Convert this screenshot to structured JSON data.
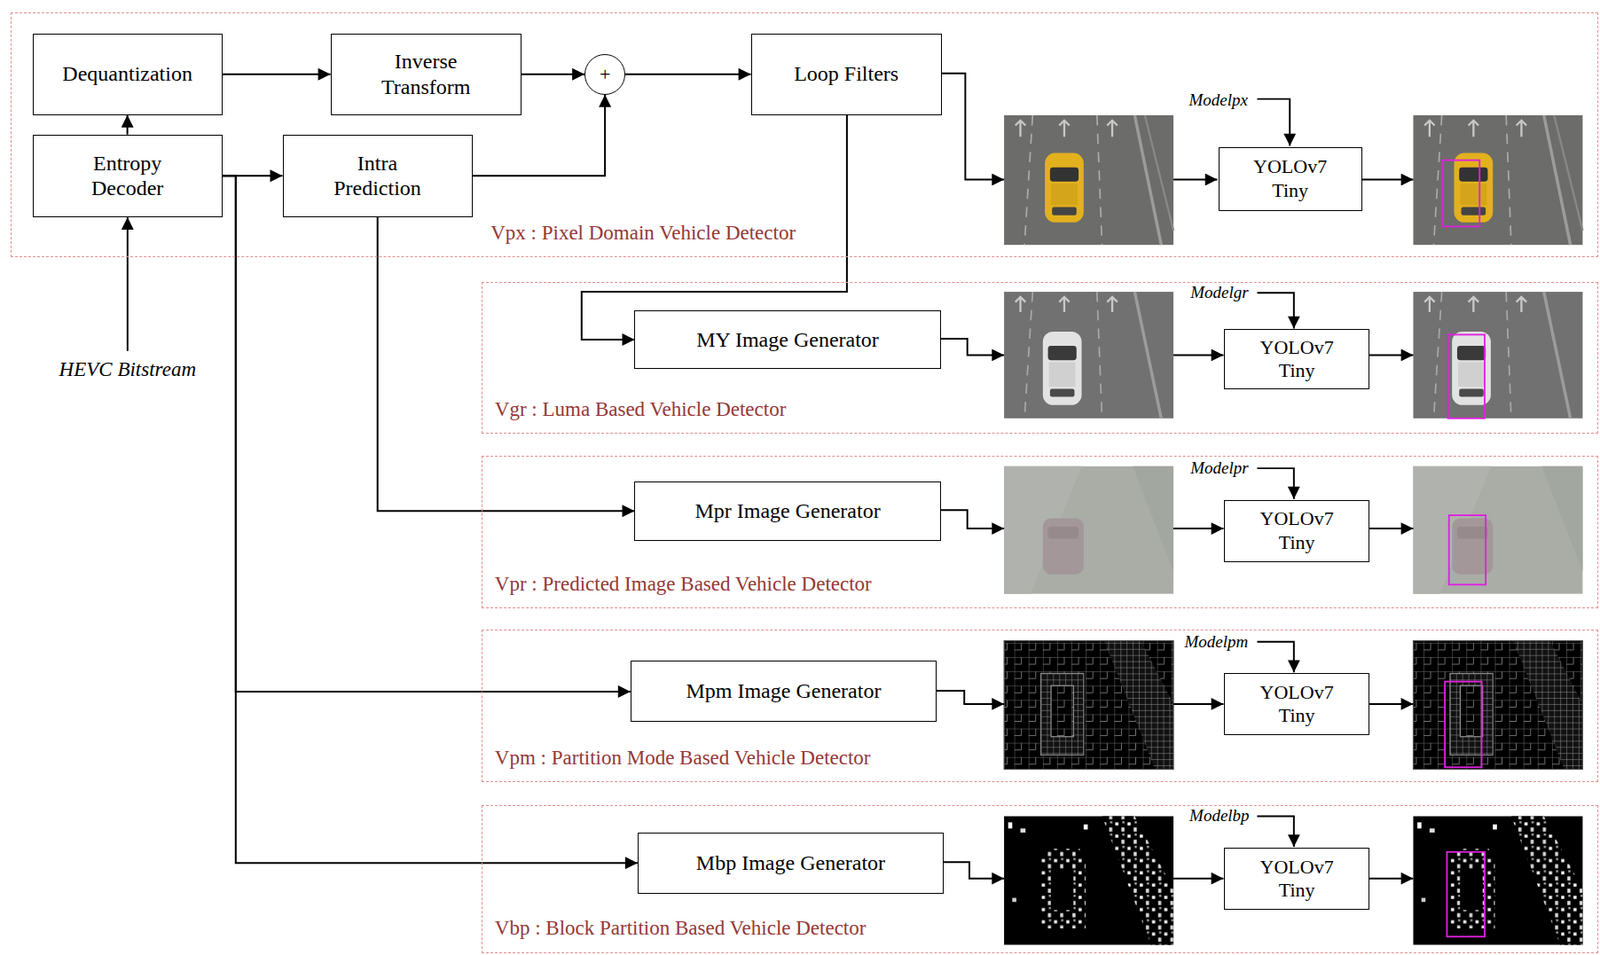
{
  "diagram": {
    "nodes": [
      {
        "text": [
          "Vpx : Pixel Domain Vehicle Detector"
        ]
      },
      {
        "text": [
          "Dequantization"
        ],
        "in": 0
      },
      {
        "text": [
          "Inverse Transform"
        ],
        "in": 0
      },
      {
        "text": [
          "+"
        ],
        "in": 0
      },
      {
        "text": [
          "Loop Filters"
        ],
        "in": 0
      },
      {
        "text": [
          "Entropy Decoder"
        ],
        "in": 0
      },
      {
        "text": [
          "Intra Prediction"
        ],
        "in": 0
      },
      {
        "text": [
          "YOLOv7 Tiny"
        ],
        "in": 0
      },
      {
        "text": [
          "Vgr : Luma Based Vehicle Detector"
        ]
      },
      {
        "text": [
          "MY Image Generator"
        ],
        "in": 8
      },
      {
        "text": [
          "YOLOv7 Tiny"
        ],
        "in": 8
      },
      {
        "text": [
          "Vpr : Predicted Image Based Vehicle Detector"
        ]
      },
      {
        "text": [
          "Mpr Image Generator"
        ],
        "in": 11
      },
      {
        "text": [
          "YOLOv7 Tiny"
        ],
        "in": 11
      },
      {
        "text": [
          "Vpm : Partition Mode Based Vehicle Detector"
        ]
      },
      {
        "text": [
          "Mpm Image Generator"
        ],
        "in": 14
      },
      {
        "text": [
          "YOLOv7 Tiny"
        ],
        "in": 14
      },
      {
        "text": [
          "Vbp : Block Partition Based Vehicle Detector"
        ]
      },
      {
        "text": [
          "Mbp Image Generator"
        ],
        "in": 17
      },
      {
        "text": [
          "YOLOv7 Tiny"
        ],
        "in": 17
      }
    ],
    "edges": [
      {
        "from": 5,
        "to": 1,
        "arrow": "to"
      },
      {
        "from": 1,
        "to": 2,
        "arrow": "to"
      },
      {
        "from": 2,
        "to": 3,
        "arrow": "to"
      },
      {
        "from": 3,
        "to": 4,
        "arrow": "to"
      },
      {
        "from": 5,
        "to": 6,
        "arrow": "to"
      },
      {
        "from": 6,
        "to": 3,
        "arrow": "to"
      },
      {
        "from": 4,
        "to": 9,
        "arrow": "to"
      },
      {
        "from": 6,
        "to": 12,
        "arrow": "to"
      },
      {
        "from": 5,
        "to": 15,
        "arrow": "to"
      },
      {
        "from": 5,
        "to": 18,
        "arrow": "to"
      }
    ],
    "labels": [
      "HEVC Bitstream",
      "Modelpx",
      "Modelgr",
      "Modelpr",
      "Modelpm",
      "Modelbp"
    ]
  }
}
